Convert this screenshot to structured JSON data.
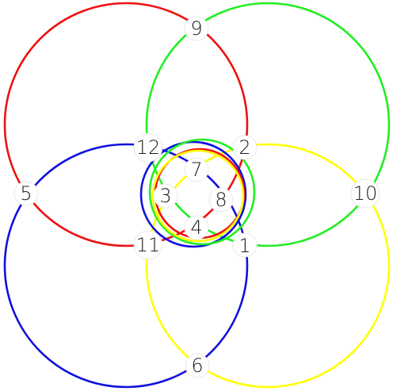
{
  "diagram": {
    "circles": [
      {
        "name": "red",
        "color": "#ee1111"
      },
      {
        "name": "green",
        "color": "#22ee22"
      },
      {
        "name": "blue",
        "color": "#1111dd"
      },
      {
        "name": "yellow",
        "color": "#ffff00"
      }
    ],
    "nodes": [
      {
        "id": "n1",
        "label": "1"
      },
      {
        "id": "n2",
        "label": "2"
      },
      {
        "id": "n3",
        "label": "3"
      },
      {
        "id": "n4",
        "label": "4"
      },
      {
        "id": "n5",
        "label": "5"
      },
      {
        "id": "n6",
        "label": "6"
      },
      {
        "id": "n7",
        "label": "7"
      },
      {
        "id": "n8",
        "label": "8"
      },
      {
        "id": "n9",
        "label": "9"
      },
      {
        "id": "n10",
        "label": "10"
      },
      {
        "id": "n11",
        "label": "11"
      },
      {
        "id": "n12",
        "label": "12"
      }
    ]
  }
}
